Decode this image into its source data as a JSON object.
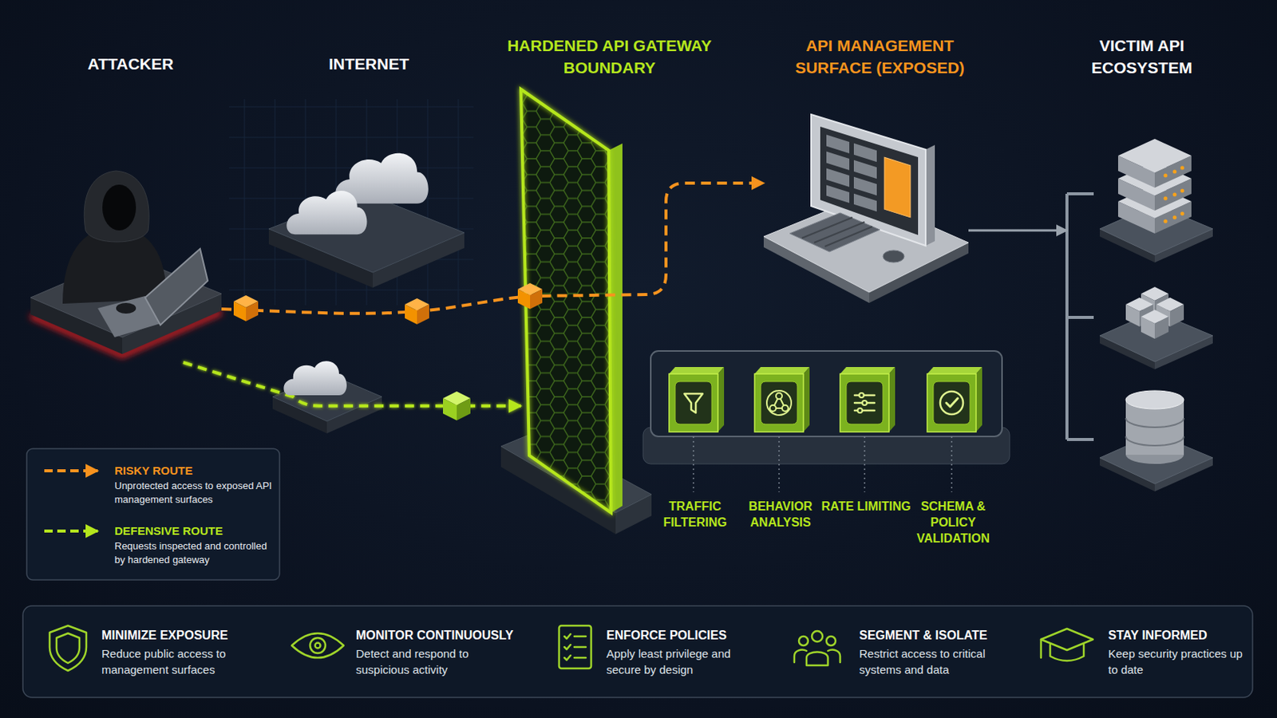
{
  "diagram": {
    "nodes": [
      {
        "text": [
          "ATTACKER"
        ]
      },
      {
        "text": [
          "INTERNET"
        ]
      },
      {
        "text": [
          "HARDENED API GATEWAY BOUNDARY"
        ]
      },
      {
        "text": [
          "API MANAGEMENT SURFACE (EXPOSED)"
        ]
      },
      {
        "text": [
          "VICTIM API ECOSYSTEM"
        ]
      },
      {
        "text": [
          "TRAFFIC FILTERING"
        ]
      },
      {
        "text": [
          "BEHAVIOR ANALYSIS"
        ]
      },
      {
        "text": [
          "RATE LIMITING"
        ]
      },
      {
        "text": [
          "SCHEMA & POLICY VALIDATION"
        ]
      }
    ],
    "edges": [
      {
        "from": 0,
        "to": 3,
        "arrow": "to"
      },
      {
        "from": 0,
        "to": 2,
        "arrow": "to"
      },
      {
        "from": 2,
        "to": 5,
        "arrow": "to"
      },
      {
        "from": 5,
        "to": 6,
        "arrow": "to"
      },
      {
        "from": 6,
        "to": 7,
        "arrow": "to"
      },
      {
        "from": 7,
        "to": 8,
        "arrow": "to"
      },
      {
        "from": 8,
        "to": 4,
        "arrow": "to"
      },
      {
        "from": 3,
        "to": 4,
        "arrow": "to"
      }
    ],
    "labels": [
      "Unprotected access to exposed API management surfaces",
      "Requests inspected and controlled by hardened gateway",
      "MINIMIZE EXPOSURE",
      "Reduce public access to management surfaces",
      "MONITOR CONTINUOUSLY",
      "Detect and respond to suspicious activity",
      "ENFORCE POLICIES",
      "Apply least privilege and secure by design",
      "SEGMENT & ISOLATE",
      "Restrict access to critical systems and data",
      "STAY INFORMED",
      "Keep security practices up to date"
    ],
    "legend": [
      {
        "text": "RISKY ROUTE"
      },
      {
        "text": "DEFENSIVE ROUTE"
      }
    ]
  }
}
